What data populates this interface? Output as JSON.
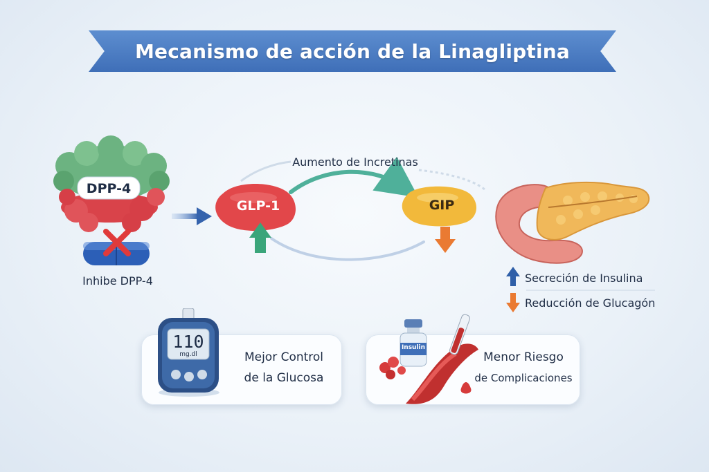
{
  "title": "Mecanismo de acción de la Linagliptina",
  "labels": {
    "dpp4": "DPP-4",
    "inhibit": "Inhibe DPP-4",
    "glp1": "GLP-1",
    "gip": "GIP",
    "incretins": "Aumento de Incretinas"
  },
  "effects": {
    "insulin_secretion": "Secreción de Insulina",
    "glucagon_reduction": "Reducción de Glucagón"
  },
  "cards": [
    {
      "line1": "Mejor Control",
      "line2": "de la Glucosa",
      "meter_value": "110",
      "meter_unit": "mg.dl"
    },
    {
      "line1": "Menor Riesgo",
      "line2": "de Complicaciones",
      "vial_label": "Insulin"
    }
  ],
  "colors": {
    "banner": "#4a7cc2",
    "glp1": "#e2474a",
    "gip": "#f2b93b",
    "up_arrow_green": "#3aa57a",
    "up_arrow_blue": "#2f5fa8",
    "down_arrow": "#ea7a32",
    "pancreas": "#f0b85a"
  },
  "icons": [
    "dpp4-enzyme-icon",
    "inhibitor-pill-icon",
    "cross-icon",
    "pancreas-icon",
    "glucometer-icon",
    "insulin-vial-icon",
    "blood-vessel-icon"
  ]
}
